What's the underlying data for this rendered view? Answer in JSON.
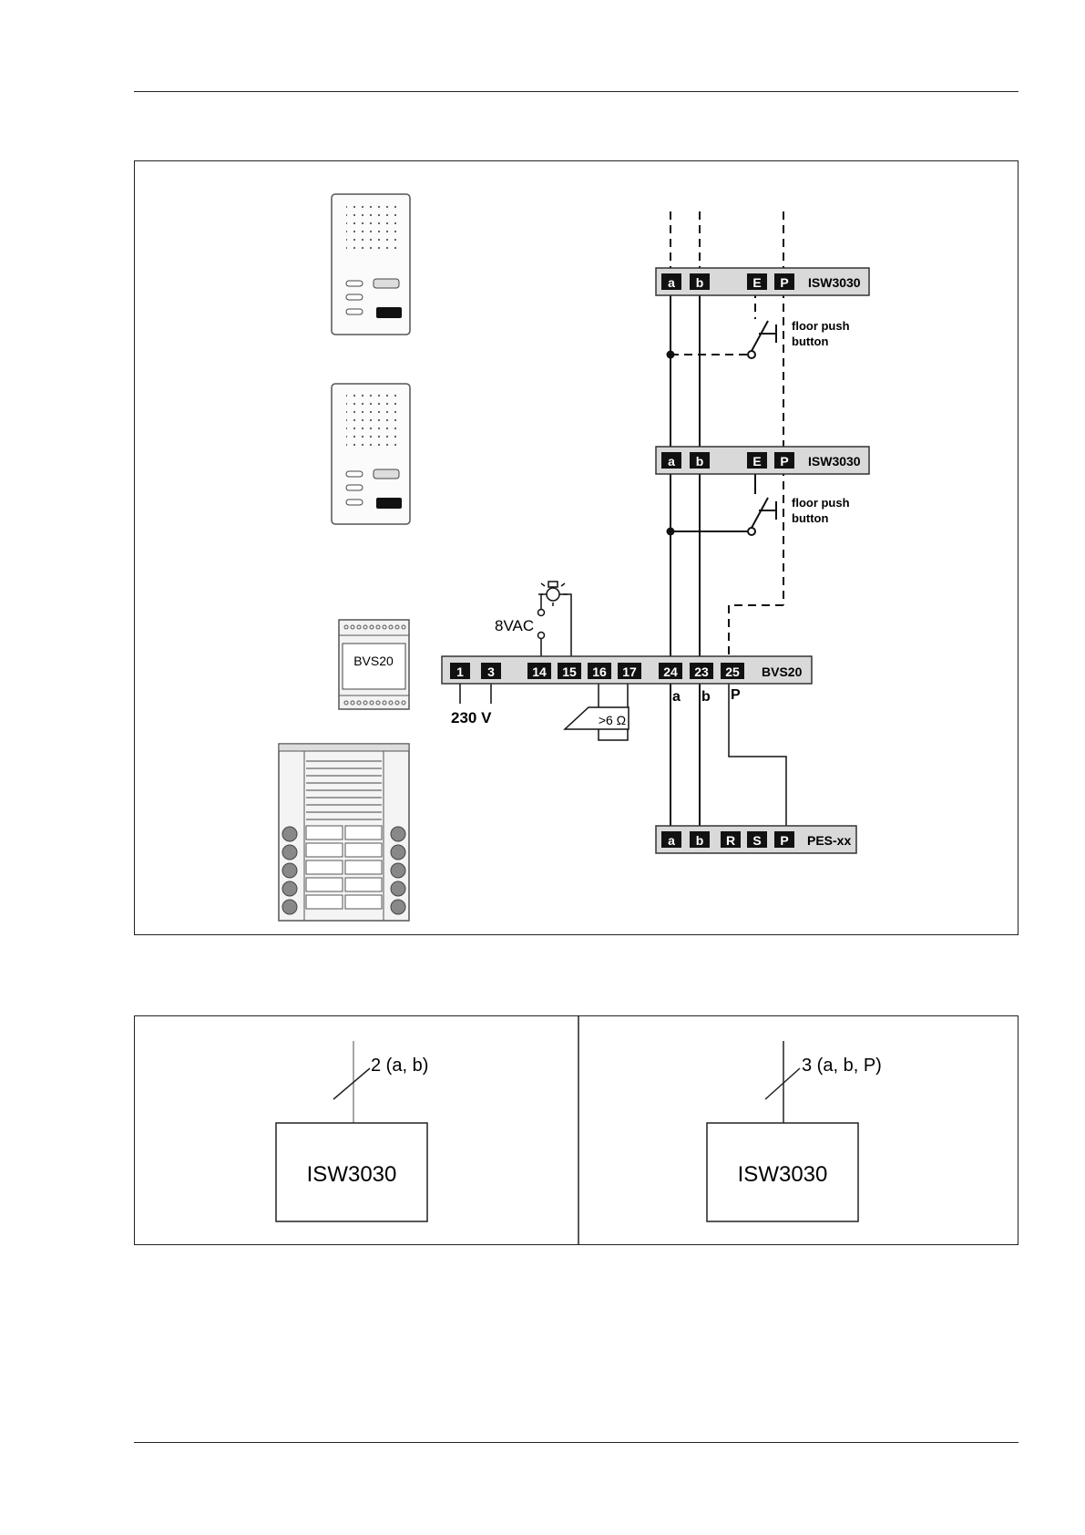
{
  "header_rule": true,
  "diagram": {
    "units": {
      "isw_top": {
        "terminals": [
          "a",
          "b",
          "E",
          "P"
        ],
        "name": "ISW3030"
      },
      "isw_mid": {
        "terminals": [
          "a",
          "b",
          "E",
          "P"
        ],
        "name": "ISW3030"
      },
      "bvs": {
        "terminals": [
          "1",
          "3",
          "14",
          "15",
          "16",
          "17",
          "24",
          "23",
          "25"
        ],
        "name": "BVS20"
      },
      "pes": {
        "terminals": [
          "a",
          "b",
          "R",
          "S",
          "P"
        ],
        "name": "PES-xx"
      }
    },
    "floor_button_top": [
      "floor push",
      "button"
    ],
    "floor_button_mid": [
      "floor push",
      "button"
    ],
    "lamp_voltage": "8VAC",
    "mains_voltage": "230 V",
    "resistance": ">6 Ω",
    "bus_labels": [
      "a",
      "b",
      "P"
    ],
    "bvs_module_label": "BVS20"
  },
  "legend": {
    "left": {
      "wires": "2 (a, b)",
      "box": "ISW3030"
    },
    "right": {
      "wires": "3 (a, b, P)",
      "box": "ISW3030"
    }
  }
}
